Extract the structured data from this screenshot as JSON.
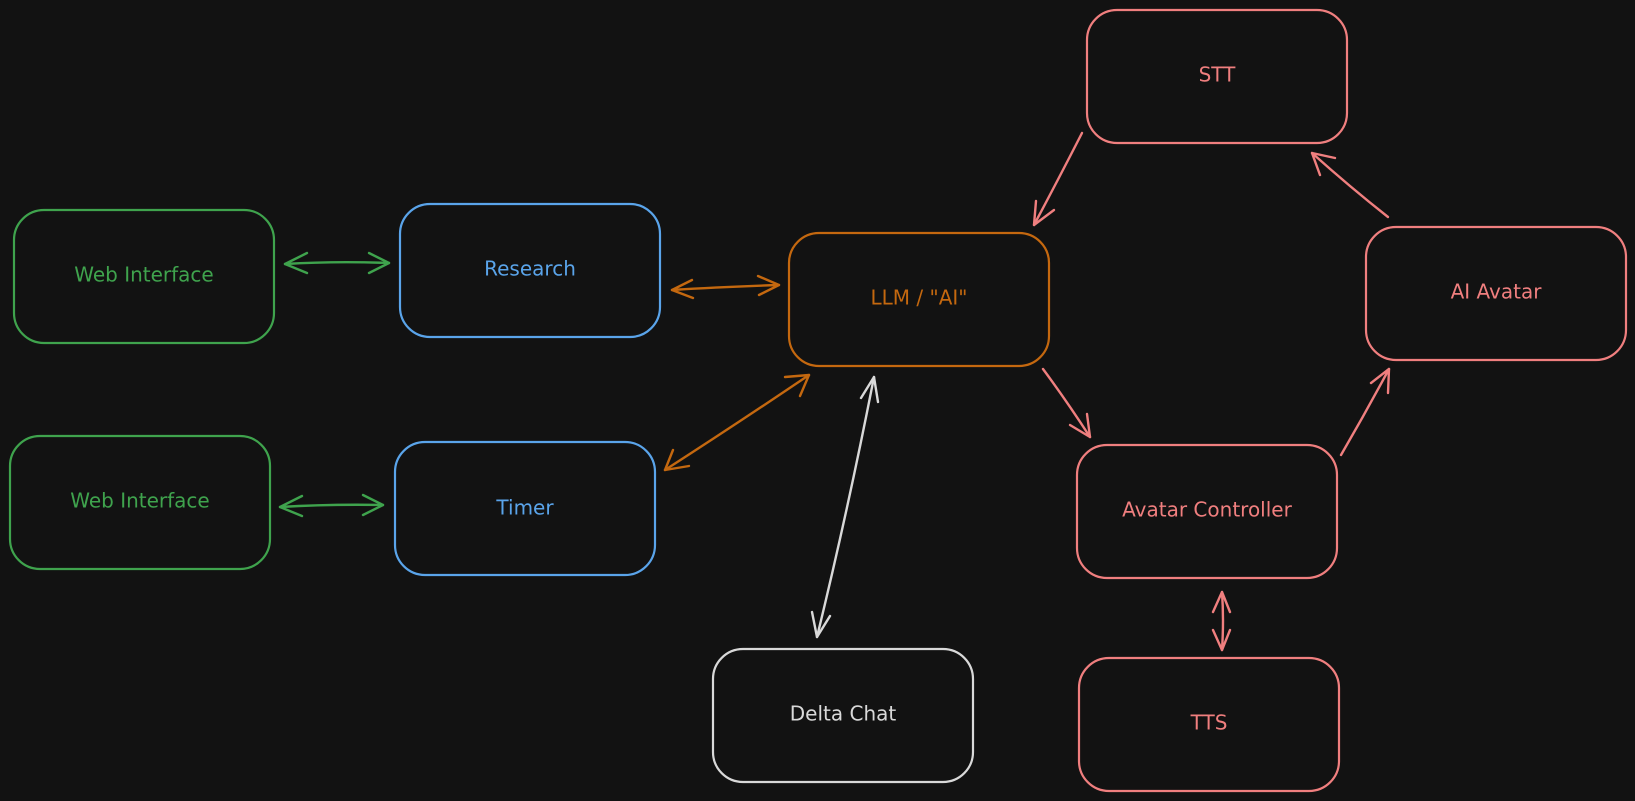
{
  "diagram": {
    "colors": {
      "background": "#121212",
      "green": "#3fa34d",
      "blue": "#5aa4ea",
      "orange": "#c4680f",
      "white": "#d9d9d9",
      "red": "#f07f7f"
    },
    "nodes": {
      "web_interface_1": {
        "label": "Web Interface",
        "color": "green"
      },
      "research": {
        "label": "Research",
        "color": "blue"
      },
      "llm": {
        "label": "LLM / \"AI\"",
        "color": "orange"
      },
      "stt": {
        "label": "STT",
        "color": "red"
      },
      "ai_avatar": {
        "label": "AI Avatar",
        "color": "red"
      },
      "web_interface_2": {
        "label": "Web Interface",
        "color": "green"
      },
      "timer": {
        "label": "Timer",
        "color": "blue"
      },
      "avatar_controller": {
        "label": "Avatar Controller",
        "color": "red"
      },
      "delta_chat": {
        "label": "Delta Chat",
        "color": "white"
      },
      "tts": {
        "label": "TTS",
        "color": "red"
      }
    },
    "edges": [
      {
        "from": "web_interface_1",
        "to": "research",
        "direction": "both",
        "color": "green"
      },
      {
        "from": "research",
        "to": "llm",
        "direction": "both",
        "color": "orange"
      },
      {
        "from": "web_interface_2",
        "to": "timer",
        "direction": "both",
        "color": "green"
      },
      {
        "from": "timer",
        "to": "llm",
        "direction": "both",
        "color": "orange"
      },
      {
        "from": "llm",
        "to": "delta_chat",
        "direction": "both",
        "color": "white"
      },
      {
        "from": "stt",
        "to": "llm",
        "direction": "forward",
        "color": "red"
      },
      {
        "from": "llm",
        "to": "avatar_controller",
        "direction": "forward",
        "color": "red"
      },
      {
        "from": "avatar_controller",
        "to": "ai_avatar",
        "direction": "forward",
        "color": "red"
      },
      {
        "from": "ai_avatar",
        "to": "stt",
        "direction": "forward",
        "color": "red"
      },
      {
        "from": "avatar_controller",
        "to": "tts",
        "direction": "both",
        "color": "red"
      }
    ]
  }
}
